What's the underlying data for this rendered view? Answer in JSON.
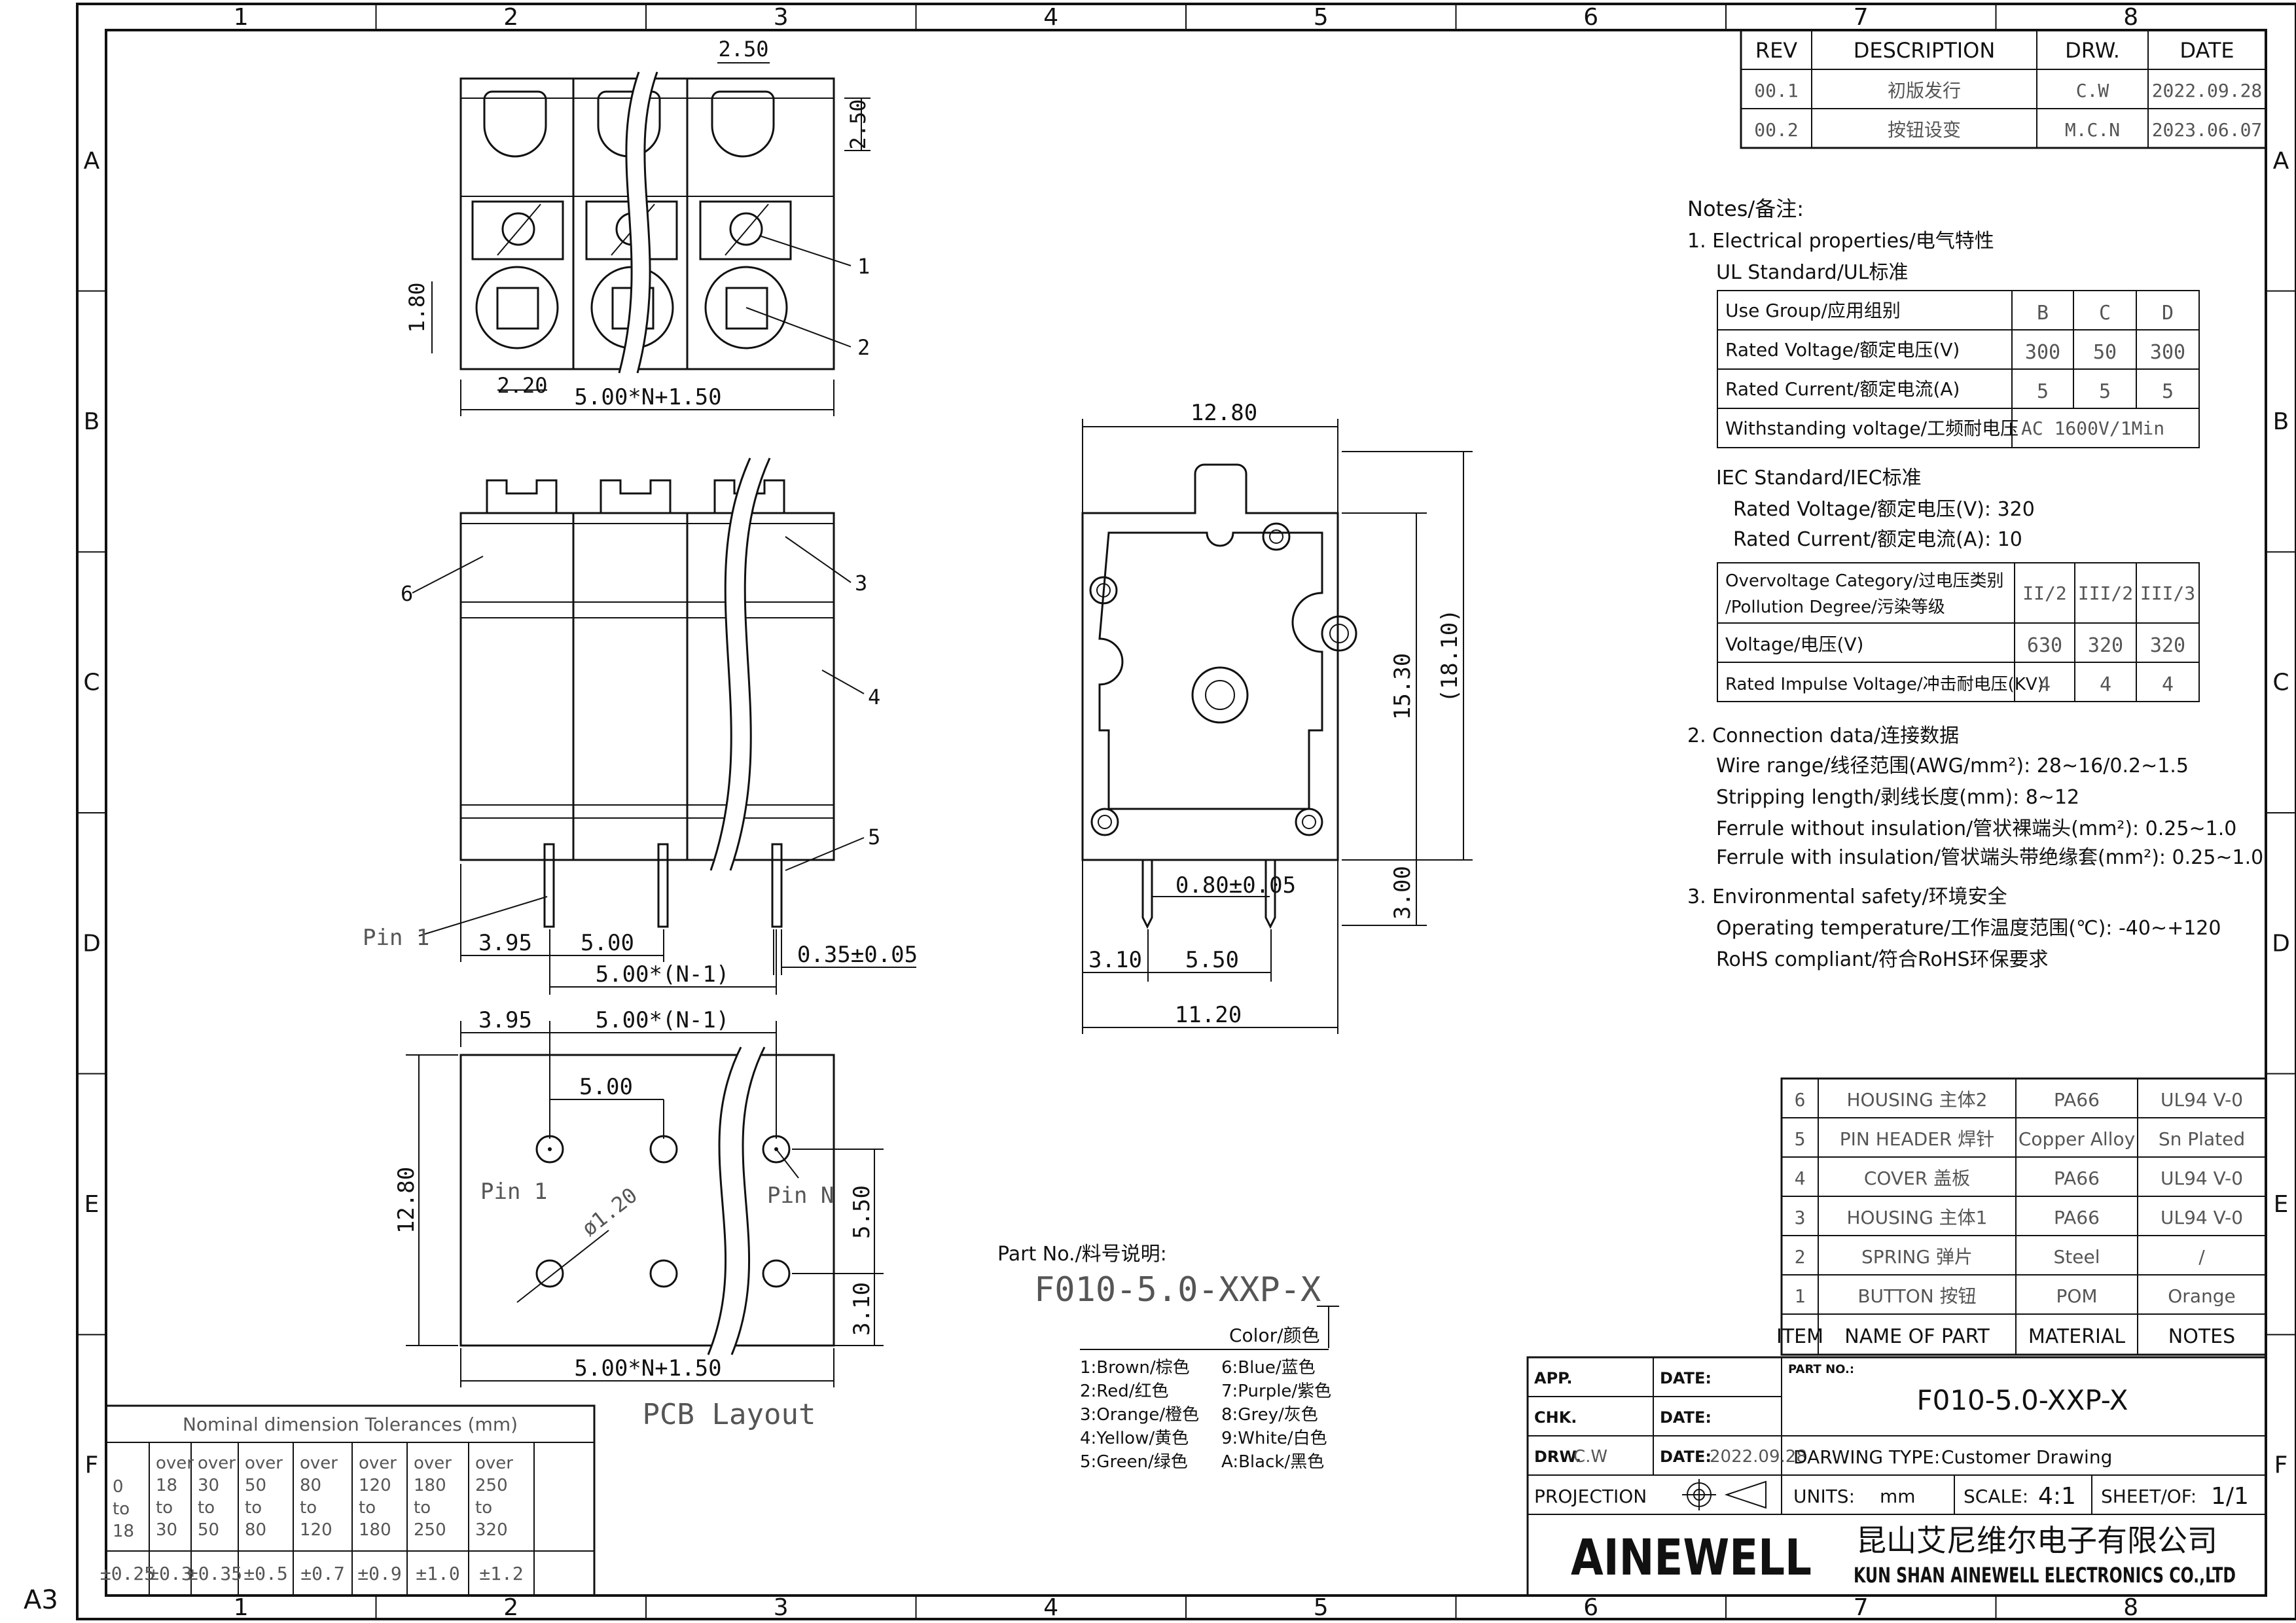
{
  "border": {
    "cols": [
      "1",
      "2",
      "3",
      "4",
      "5",
      "6",
      "7",
      "8"
    ],
    "rows": [
      "A",
      "B",
      "C",
      "D",
      "E",
      "F"
    ],
    "size": "A3"
  },
  "revisions": {
    "headers": [
      "REV",
      "DESCRIPTION",
      "DRW.",
      "DATE"
    ],
    "rows": [
      [
        "00.1",
        "初版发行",
        "C.W",
        "2022.09.28"
      ],
      [
        "00.2",
        "按钮设变",
        "M.C.N",
        "2023.06.07"
      ]
    ]
  },
  "notes": {
    "title": "Notes/备注:",
    "s1": "1. Electrical properties/电气特性",
    "ul": "UL Standard/UL标准",
    "ul_table": [
      [
        "Use Group/应用组别",
        "B",
        "C",
        "D"
      ],
      [
        "Rated Voltage/额定电压(V)",
        "300",
        "50",
        "300"
      ],
      [
        "Rated Current/额定电流(A)",
        "5",
        "5",
        "5"
      ],
      [
        "Withstanding voltage/工频耐电压",
        "AC 1600V/1Min"
      ]
    ],
    "iec": "IEC Standard/IEC标准",
    "iec_v": "Rated Voltage/额定电压(V): 320",
    "iec_a": "Rated Current/额定电流(A): 10",
    "iec_table_head1": "Overvoltage Category/过电压类别",
    "iec_table_head2": "/Pollution Degree/污染等级",
    "iec_table_cols": [
      "II/2",
      "III/2",
      "III/3"
    ],
    "iec_table_rows": [
      [
        "Voltage/电压(V)",
        "630",
        "320",
        "320"
      ],
      [
        "Rated Impulse Voltage/冲击耐电压(KV)",
        "4",
        "4",
        "4"
      ]
    ],
    "s2": "2. Connection data/连接数据",
    "wire": "Wire range/线径范围(AWG/mm²): 28~16/0.2~1.5",
    "strip": "Stripping length/剥线长度(mm): 8~12",
    "ferrule1": "Ferrule without insulation/管状裸端头(mm²): 0.25~1.0",
    "ferrule2": "Ferrule with insulation/管状端头带绝缘套(mm²): 0.25~1.0",
    "s3": "3. Environmental safety/环境安全",
    "temp": "Operating temperature/工作温度范围(℃): -40~+120",
    "rohs": "RoHS compliant/符合RoHS环保要求"
  },
  "dims": {
    "d250a": "2.50",
    "d250b": "2.50",
    "d180": "1.80",
    "d220": "2.20",
    "d5n150": "5.00*N+1.50",
    "d395": "3.95",
    "d500": "5.00",
    "d5n1": "5.00*(N-1)",
    "d035": "0.35±0.05",
    "pin1": "Pin 1",
    "d1280": "12.80",
    "d1530": "15.30",
    "d1810": "(18.10)",
    "d080": "0.80±0.05",
    "d300": "3.00",
    "d310": "3.10",
    "d550": "5.50",
    "d1120": "11.20",
    "pcb_395": "3.95",
    "pcb_5n1": "5.00*(N-1)",
    "pcb_500": "5.00",
    "pcb_1280": "12.80",
    "pcb_pin1": "Pin 1",
    "pcb_pinn": "Pin N",
    "pcb_phi": "ø1.20",
    "pcb_550": "5.50",
    "pcb_310": "3.10",
    "pcb_5n150": "5.00*N+1.50",
    "pcb_title": "PCB Layout",
    "callouts": [
      "1",
      "2",
      "3",
      "4",
      "5",
      "6"
    ]
  },
  "partno": {
    "label": "Part No./料号说明:",
    "code": "F010-5.0-XXP-X",
    "color_label": "Color/颜色",
    "colors_left": [
      "1:Brown/棕色",
      "2:Red/红色",
      "3:Orange/橙色",
      "4:Yellow/黄色",
      "5:Green/绿色"
    ],
    "colors_right": [
      "6:Blue/蓝色",
      "7:Purple/紫色",
      "8:Grey/灰色",
      "9:White/白色",
      "A:Black/黑色"
    ]
  },
  "tolerances": {
    "title": "Nominal dimension Tolerances (mm)",
    "ranges": [
      [
        "0",
        "to",
        "18"
      ],
      [
        "over",
        "18",
        "to",
        "30"
      ],
      [
        "over",
        "30",
        "to",
        "50"
      ],
      [
        "over",
        "50",
        "to",
        "80"
      ],
      [
        "over",
        "80",
        "to",
        "120"
      ],
      [
        "over",
        "120",
        "to",
        "180"
      ],
      [
        "over",
        "180",
        "to",
        "250"
      ],
      [
        "over",
        "250",
        "to",
        "320"
      ]
    ],
    "values": [
      "±0.25",
      "±0.3",
      "±0.35",
      "±0.5",
      "±0.7",
      "±0.9",
      "±1.0",
      "±1.2"
    ]
  },
  "bom": {
    "rows": [
      [
        "6",
        "HOUSING 主体2",
        "PA66",
        "UL94 V-0"
      ],
      [
        "5",
        "PIN HEADER 焊针",
        "Copper Alloy",
        "Sn Plated"
      ],
      [
        "4",
        "COVER 盖板",
        "PA66",
        "UL94 V-0"
      ],
      [
        "3",
        "HOUSING 主体1",
        "PA66",
        "UL94 V-0"
      ],
      [
        "2",
        "SPRING 弹片",
        "Steel",
        "/"
      ],
      [
        "1",
        "BUTTON 按钮",
        "POM",
        "Orange"
      ]
    ],
    "headers": [
      "ITEM",
      "NAME OF PART",
      "MATERIAL",
      "NOTES"
    ]
  },
  "titleblock": {
    "app": "APP.",
    "chk": "CHK.",
    "drw": "DRW.",
    "drw_val": "C.W",
    "date": "DATE:",
    "date_val": "2022.09.28",
    "partno_label": "PART NO.:",
    "partno": "F010-5.0-XXP-X",
    "type_label": "DARWING TYPE:",
    "type_val": "Customer Drawing",
    "projection": "PROJECTION",
    "units_label": "UNITS:",
    "units_val": "mm",
    "scale_label": "SCALE:",
    "scale_val": "4:1",
    "sheet_label": "SHEET/OF:",
    "sheet_val": "1/1",
    "logo": "AINEWELL",
    "company_cn": "昆山艾尼维尔电子有限公司",
    "company_en": "KUN SHAN AINEWELL ELECTRONICS CO.,LTD"
  }
}
